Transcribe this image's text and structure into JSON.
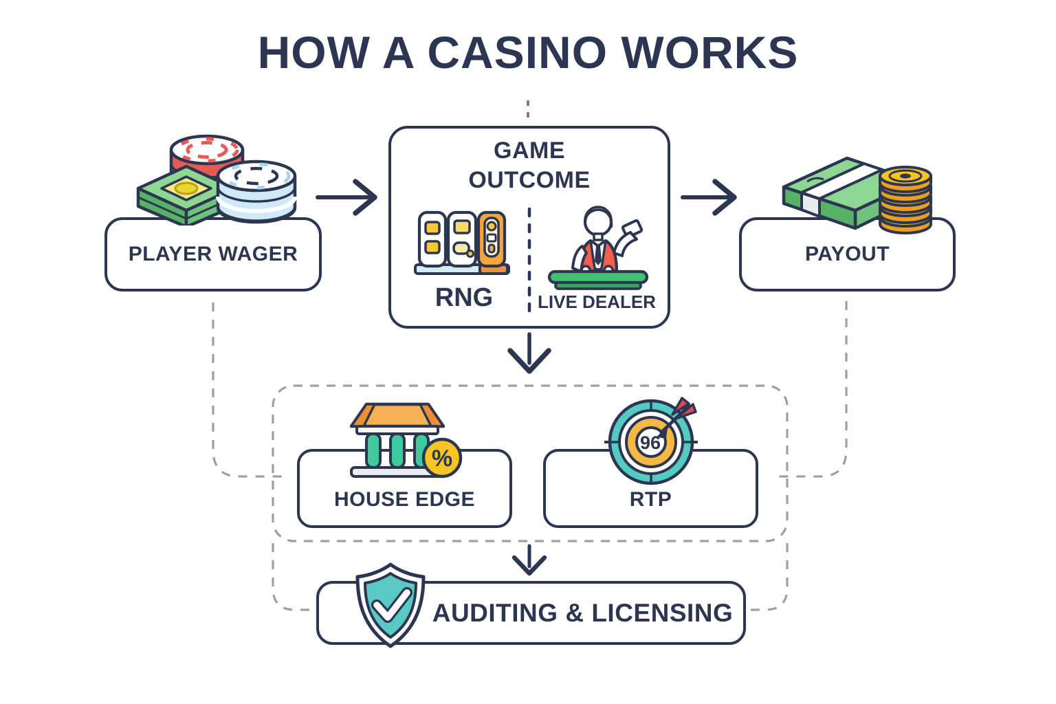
{
  "title": "HOW A CASINO WORKS",
  "flow": {
    "player_wager": {
      "label": "PLAYER WAGER",
      "icon": "casino-chips-cash-icon"
    },
    "game_outcome": {
      "label": "GAME OUTCOME",
      "methods": [
        {
          "label": "RNG",
          "icon": "slot-machines-icon"
        },
        {
          "label": "LIVE DEALER",
          "icon": "live-dealer-icon"
        }
      ]
    },
    "payout": {
      "label": "PAYOUT",
      "icon": "cash-and-coins-icon"
    },
    "house_edge": {
      "label": "HOUSE EDGE",
      "icon": "bank-percent-icon",
      "badge": "%"
    },
    "rtp": {
      "label": "RTP",
      "icon": "dartboard-icon",
      "target_value": "96"
    },
    "auditing_licensing": {
      "label": "AUDITING & LICENSING",
      "icon": "shield-check-icon"
    }
  },
  "colors": {
    "outline_navy": "#2d3650",
    "dashed_gray": "#9aa0aa",
    "chip_red": "#e65c55",
    "chip_blue": "#cfe9f7",
    "money_green": "#8ed694",
    "money_green_dark": "#57b065",
    "gold": "#f5c526",
    "awning_orange": "#f7b054",
    "column_teal": "#3ec99f",
    "shield_teal": "#5ac8c5",
    "table_green": "#42c173",
    "dart_red": "#e04557",
    "hair_yellow": "#f0c22b",
    "vest_red": "#f2604b"
  }
}
